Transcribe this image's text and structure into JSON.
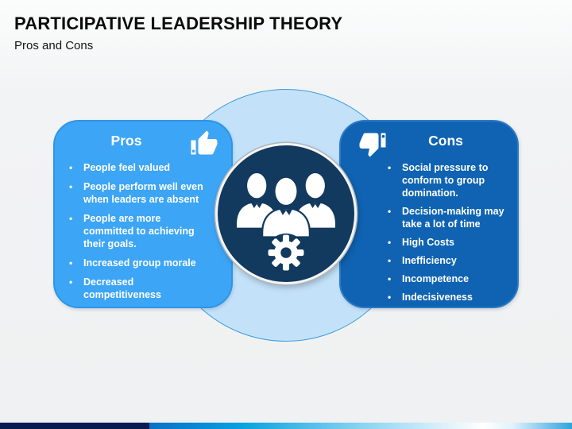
{
  "slide": {
    "title": "PARTICIPATIVE LEADERSHIP THEORY",
    "subtitle": "Pros and Cons"
  },
  "pros": {
    "header": "Pros",
    "icon": "thumbs-up-icon",
    "items": [
      "People feel valued",
      "People perform well even when leaders are absent",
      "People are more committed to achieving their goals.",
      "Increased group morale",
      "Decreased competitiveness"
    ]
  },
  "cons": {
    "header": "Cons",
    "icon": "thumbs-down-icon",
    "items": [
      "Social pressure to conform to group domination.",
      "Decision-making may take a lot of time",
      "High Costs",
      "Inefficiency",
      "Incompetence",
      "Indecisiveness"
    ]
  },
  "center": {
    "icon": "team-gear-icon"
  },
  "colors": {
    "pros_panel": "#3da5f5",
    "cons_panel": "#0f63b2",
    "outer_circle": "#c3e2fa",
    "outer_circle_border": "#3d9bdd",
    "inner_circle": "#12395e",
    "bar_navy": "#0a1a52",
    "bar_blue": "#0a70c5"
  }
}
